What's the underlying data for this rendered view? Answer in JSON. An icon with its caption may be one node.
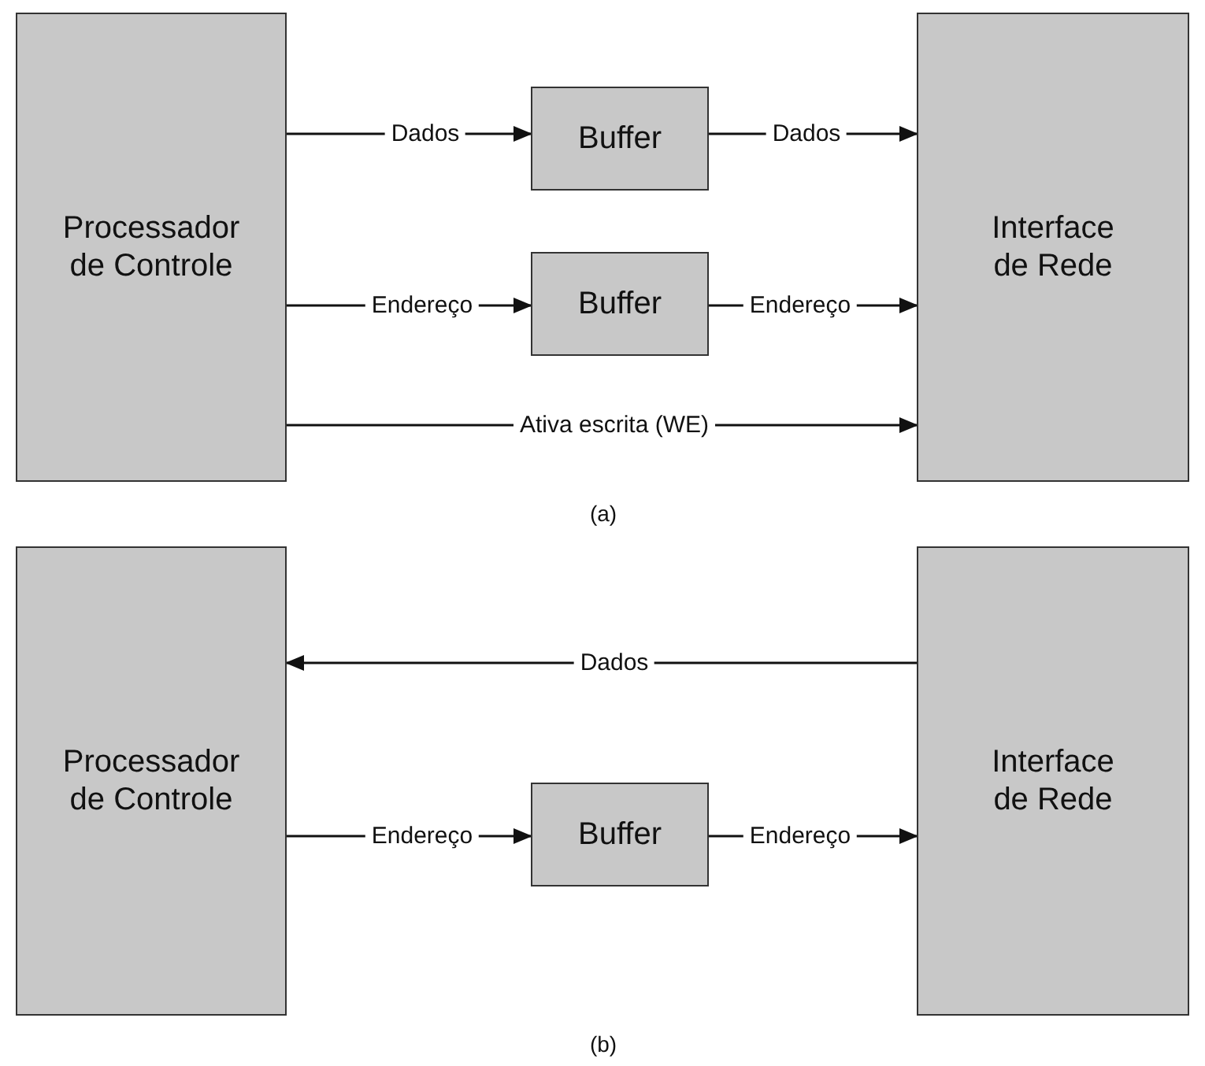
{
  "diagram": {
    "nodes": [
      {
        "text": [
          "Processador de Controle"
        ]
      },
      {
        "text": [
          "Buffer"
        ]
      },
      {
        "text": [
          "Interface de Rede"
        ]
      },
      {
        "text": [
          "Buffer"
        ]
      },
      {
        "text": [
          "Processador de Controle"
        ]
      },
      {
        "text": [
          "Buffer"
        ]
      },
      {
        "text": [
          "Interface de Rede"
        ]
      }
    ],
    "edges": [
      {
        "from": 0,
        "to": 1,
        "arrow": "to",
        "label": "Dados"
      },
      {
        "from": 1,
        "to": 2,
        "arrow": "to",
        "label": "Dados"
      },
      {
        "from": 0,
        "to": 3,
        "arrow": "to",
        "label": "Endereço"
      },
      {
        "from": 3,
        "to": 2,
        "arrow": "to",
        "label": "Endereço"
      },
      {
        "from": 0,
        "to": 2,
        "arrow": "to",
        "label": "Ativa escrita (WE)"
      },
      {
        "from": 6,
        "to": 4,
        "arrow": "to",
        "label": "Dados"
      },
      {
        "from": 4,
        "to": 5,
        "arrow": "to",
        "label": "Endereço"
      },
      {
        "from": 5,
        "to": 6,
        "arrow": "to",
        "label": "Endereço"
      }
    ],
    "labels": [
      "(a)",
      "(b)"
    ]
  }
}
